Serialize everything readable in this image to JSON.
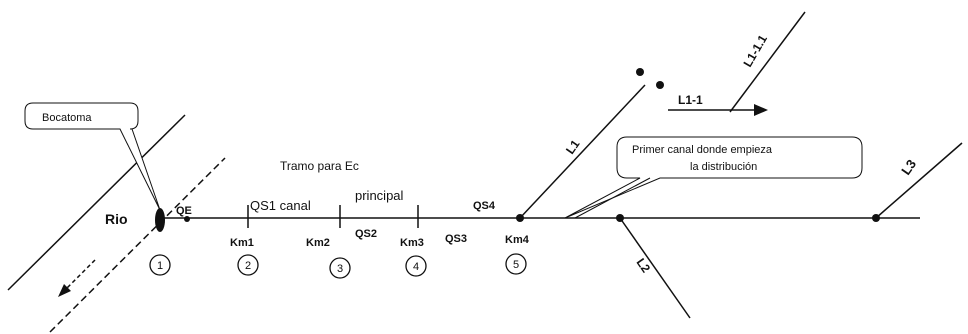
{
  "colors": {
    "line": "#111111",
    "background": "#ffffff"
  },
  "labels": {
    "bocatoma": "Bocatoma",
    "rio": "Rio",
    "qe": "QE",
    "tramo": "Tramo para Ec",
    "qs1_canal": "QS1 canal",
    "principal": "principal",
    "qs2": "QS2",
    "qs3": "QS3",
    "qs4": "QS4",
    "km1": "Km1",
    "km2": "Km2",
    "km3": "Km3",
    "km4": "Km4",
    "n1": "1",
    "n2": "2",
    "n3": "3",
    "n4": "4",
    "n5": "5",
    "l1": "L1",
    "l1_1": "L1-1",
    "l1_1_1": "L1-1.1",
    "l2": "L2",
    "l3": "L3",
    "callout_line1": "Primer canal donde empieza",
    "callout_line2": "la distribución"
  }
}
